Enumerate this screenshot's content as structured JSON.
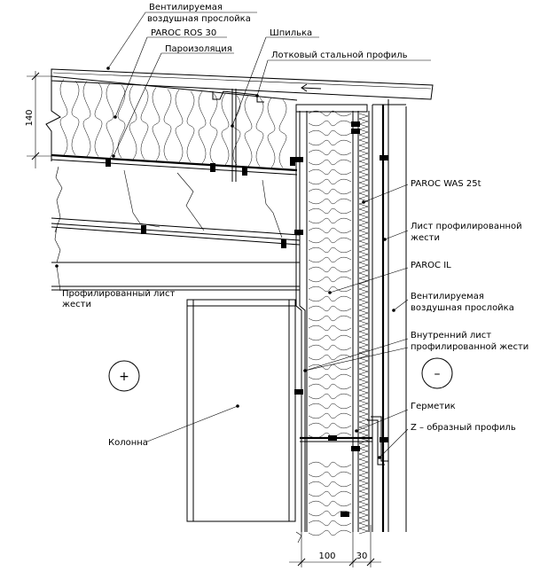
{
  "labels": {
    "vent_gap_top": [
      "Вентилируемая",
      "воздушная прослойка"
    ],
    "paroc_ros": "PAROC ROS 30",
    "vapor_barrier": "Пароизоляция",
    "stud": "Шпилька",
    "tray_profile": "Лотковый стальной профиль",
    "paroc_was": "PAROC WAS 25t",
    "profiled_sheet_right": [
      "Лист профилированной",
      "жести"
    ],
    "paroc_il": "PAROC IL",
    "vent_gap_right": [
      "Вентилируемая",
      "воздушная прослойка"
    ],
    "inner_sheet": [
      "Внутренний лист",
      "профилированной жести"
    ],
    "sealant": "Герметик",
    "z_profile": "Z – образный профиль",
    "profiled_sheet_left": [
      "Профилированный лист",
      "жести"
    ],
    "column": "Колонна"
  },
  "symbols": {
    "plus": "+",
    "minus": "–"
  },
  "dimensions": {
    "roof_thickness": "140",
    "wall_insulation": "100",
    "air_gap": "30"
  }
}
